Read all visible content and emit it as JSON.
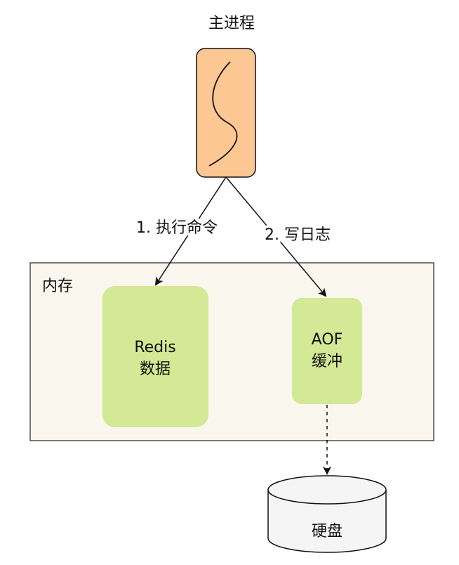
{
  "title": "主进程",
  "memory": {
    "label": "内存",
    "redis": {
      "line1": "Redis",
      "line2": "数据"
    },
    "aof": {
      "line1": "AOF",
      "line2": "缓冲"
    }
  },
  "arrows": {
    "execute": "1. 执行命令",
    "write_log": "2. 写日志"
  },
  "disk": {
    "label": "硬盘"
  },
  "colors": {
    "process_fill": "#fdc794",
    "block_fill": "#d4e995",
    "memory_fill": "#f9f7ee",
    "disk_fill": "#f5f5f5"
  }
}
